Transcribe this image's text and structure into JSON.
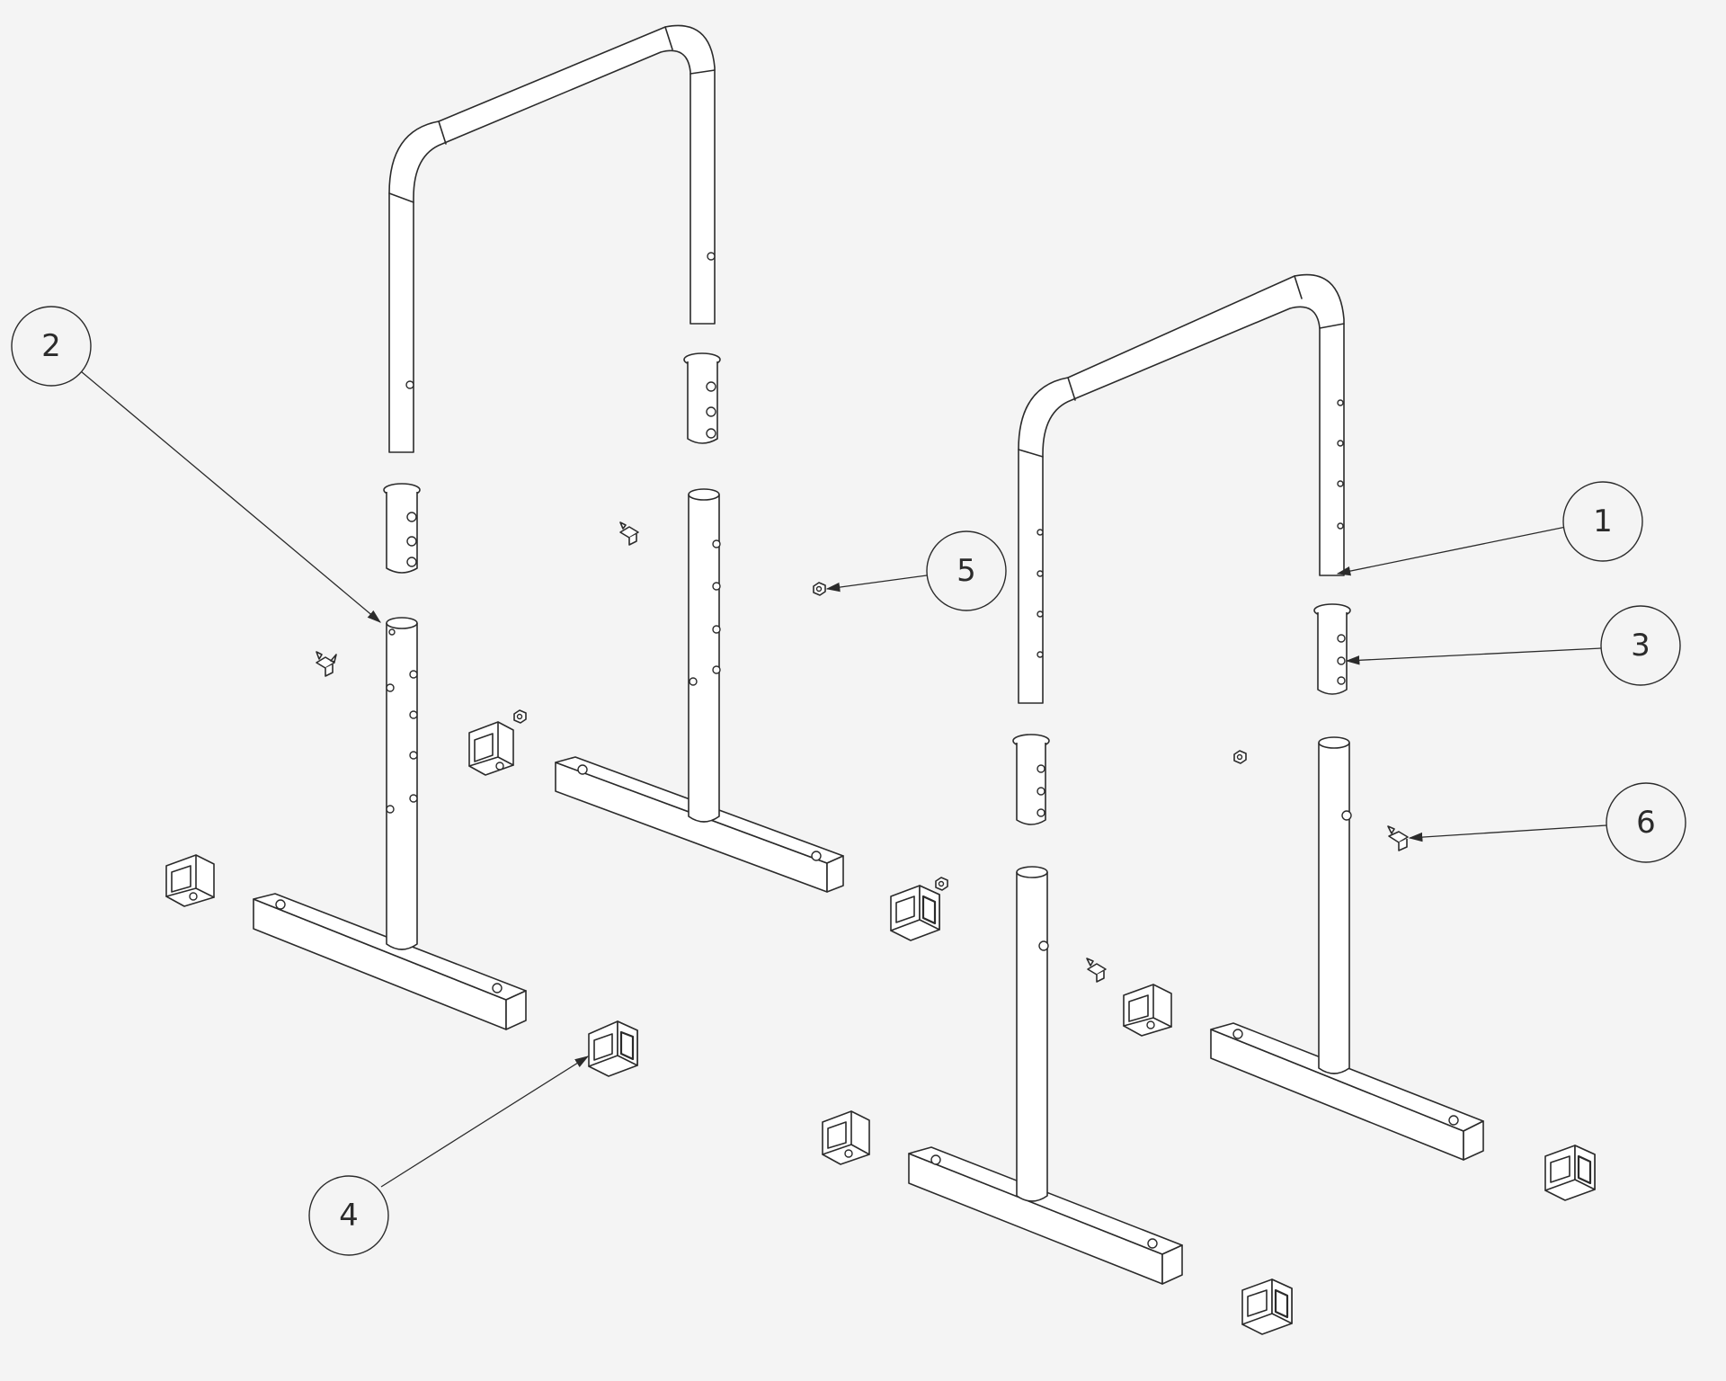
{
  "callouts": [
    {
      "id": "1",
      "label": "1"
    },
    {
      "id": "2",
      "label": "2"
    },
    {
      "id": "3",
      "label": "3"
    },
    {
      "id": "4",
      "label": "4"
    },
    {
      "id": "5",
      "label": "5"
    },
    {
      "id": "6",
      "label": "6"
    }
  ],
  "colors": {
    "background": "#f4f4f4",
    "line": "#2b2b2b",
    "fill": "#ffffff"
  }
}
